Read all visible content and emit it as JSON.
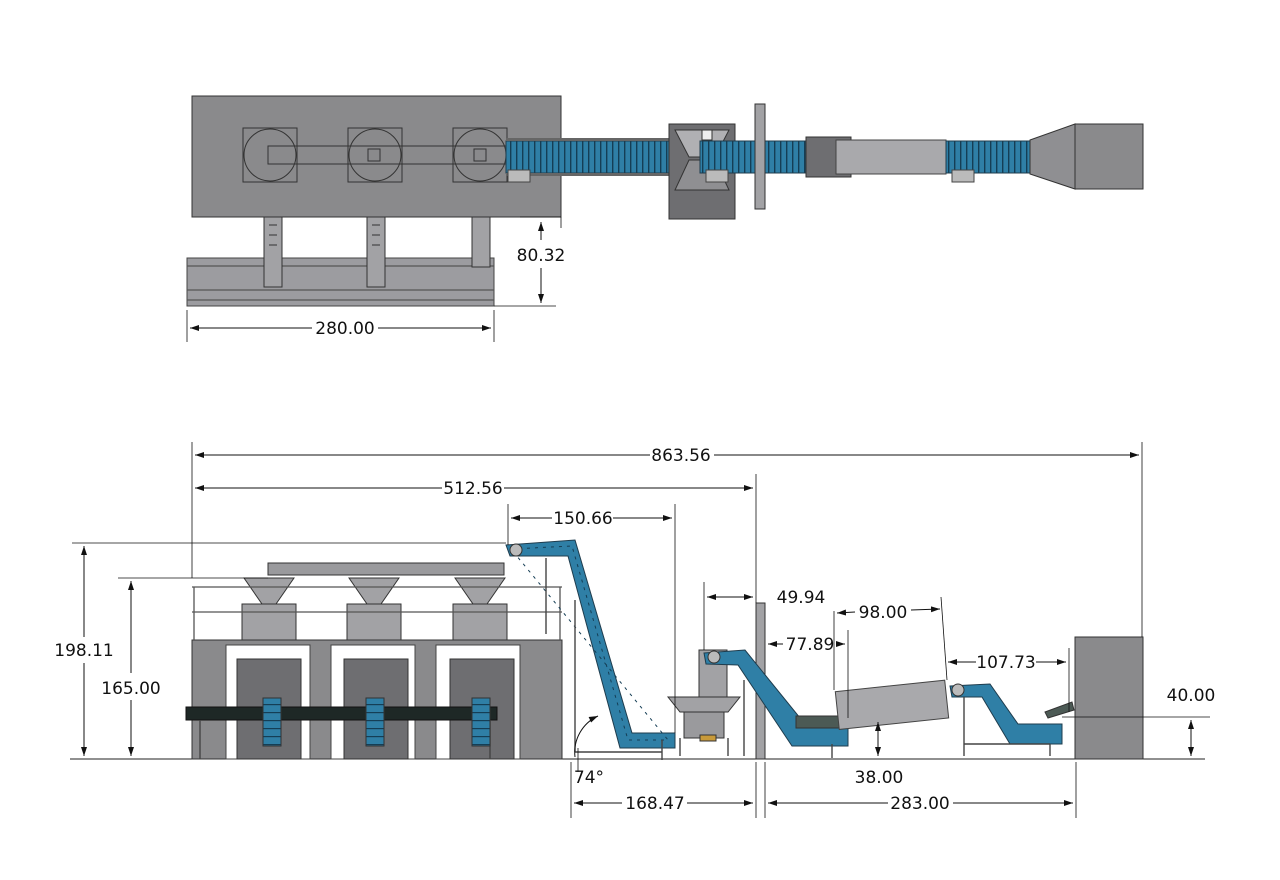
{
  "dimensions": {
    "top_view": {
      "width_280": "280.00",
      "offset_80": "80.32"
    },
    "side_view": {
      "overall_863": "863.56",
      "to_divider_512": "512.56",
      "incline_150": "150.66",
      "height_198": "198.11",
      "height_165": "165.00",
      "angle_74": "74°",
      "base_168": "168.47",
      "gap_49": "49.94",
      "reach_77": "77.89",
      "drum_98": "98.00",
      "reach_107": "107.73",
      "height_40": "40.00",
      "height_38": "38.00",
      "base_283": "283.00"
    }
  },
  "colors": {
    "steel": "#8a8a8c",
    "steel_light": "#a2a2a5",
    "steel_dark": "#6e6e71",
    "belt": "#2f7fa6",
    "line": "#111111"
  }
}
